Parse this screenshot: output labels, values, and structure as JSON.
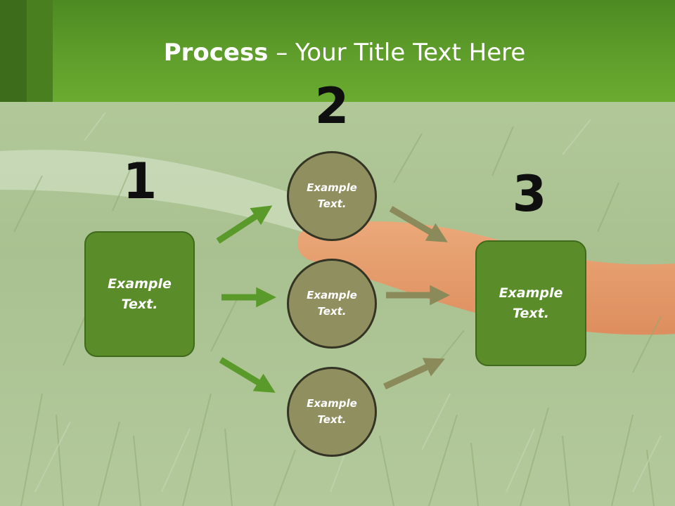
{
  "slide": {
    "title_bold": "Process",
    "title_rest": " – Your Title Text Here",
    "step_numbers": [
      "1",
      "2",
      "3"
    ],
    "left_box_text": "Example Text.",
    "circles": [
      "Example Text.",
      "Example Text.",
      "Example Text."
    ],
    "right_box_text": "Example Text."
  },
  "colors": {
    "header": "#62a52d",
    "box": "#5a8c2a",
    "circle": "#8f8f5f",
    "left_arrows": "#5a9a2a",
    "right_arrows": "#8a8a5a"
  },
  "icons": {
    "arrows": "right-arrow-icon"
  }
}
